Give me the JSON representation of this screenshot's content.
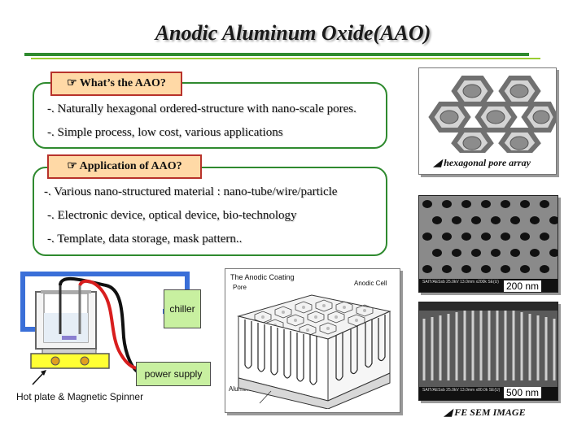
{
  "title": "Anodic Aluminum Oxide(AAO)",
  "section1": {
    "tag": "☞ What’s the AAO?",
    "lines": [
      "-. Naturally hexagonal ordered-structure with nano-scale pores.",
      "-. Simple process, low cost, various applications"
    ]
  },
  "section2": {
    "tag": "☞ Application of  AAO?",
    "lines": [
      "-. Various nano-structured material : nano-tube/wire/particle",
      "-. Electronic device, optical device, bio-technology",
      "-. Template, data storage, mask pattern.."
    ]
  },
  "hex_caption": "◢ hexagonal pore array",
  "setup": {
    "chiller": "chiller",
    "power_supply": "power supply",
    "hotplate": "Hot plate & Magnetic Spinner"
  },
  "coating": {
    "title": "The Anodic Coating",
    "pore": "Pore",
    "anodic_cell": "Anodic Cell",
    "aluminum": "Aluminum"
  },
  "sem": {
    "scale1": "200 nm",
    "scale2": "500 nm",
    "caption": "◢ FE SEM IMAGE",
    "info1": "SAIT/AESsb 25.0kV 13.0mm x200k SE(U)",
    "info2": "SAIT/AESsb 25.0kV 13.0mm x80.0k SE(U)"
  },
  "colors": {
    "green": "#2f8a2f",
    "tag_fill": "#ffd9a6",
    "tag_border": "#b8322b",
    "chiller_fill": "#c8f0a0",
    "blue_tube": "#3a6fd8",
    "hotplate_yellow": "#ffff33"
  }
}
